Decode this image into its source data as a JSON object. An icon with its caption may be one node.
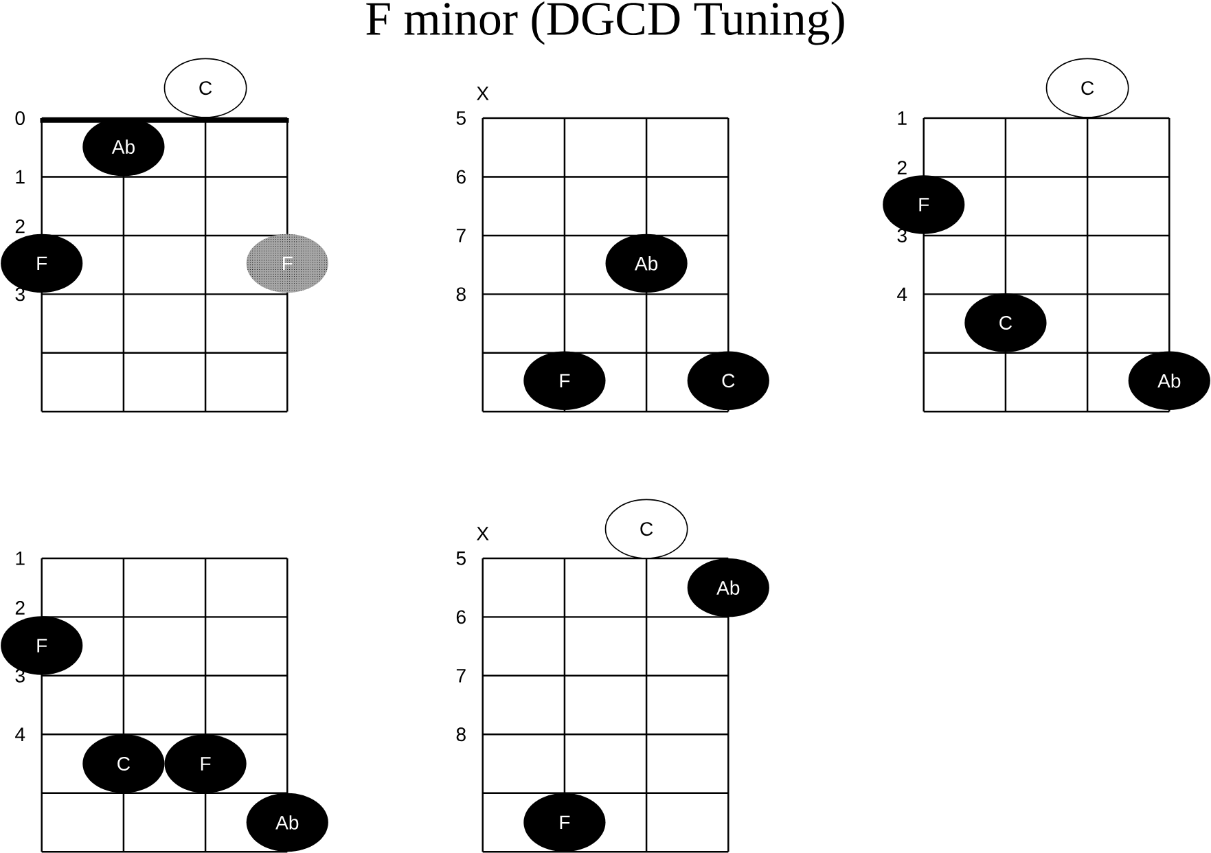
{
  "diagram": {
    "title": "F minor (DGCD Tuning)",
    "nodes": [
      {
        "text": [
          "C"
        ]
      },
      {
        "text": [
          "Ab"
        ]
      },
      {
        "text": [
          "F"
        ]
      },
      {
        "text": [
          "F"
        ]
      },
      {
        "text": [
          "Ab"
        ]
      },
      {
        "text": [
          "F"
        ]
      },
      {
        "text": [
          "C"
        ]
      },
      {
        "text": [
          "C"
        ]
      },
      {
        "text": [
          "F"
        ]
      },
      {
        "text": [
          "C"
        ]
      },
      {
        "text": [
          "Ab"
        ]
      },
      {
        "text": [
          "F"
        ]
      },
      {
        "text": [
          "C"
        ]
      },
      {
        "text": [
          "F"
        ]
      },
      {
        "text": [
          "Ab"
        ]
      },
      {
        "text": [
          "C"
        ]
      },
      {
        "text": [
          "Ab"
        ]
      },
      {
        "text": [
          "F"
        ]
      }
    ],
    "labels": [
      "0",
      "1",
      "2",
      "3",
      "X",
      "5",
      "6",
      "7",
      "8",
      "1",
      "2",
      "3",
      "4",
      "1",
      "2",
      "3",
      "4",
      "X",
      "5",
      "6",
      "7",
      "8"
    ]
  }
}
